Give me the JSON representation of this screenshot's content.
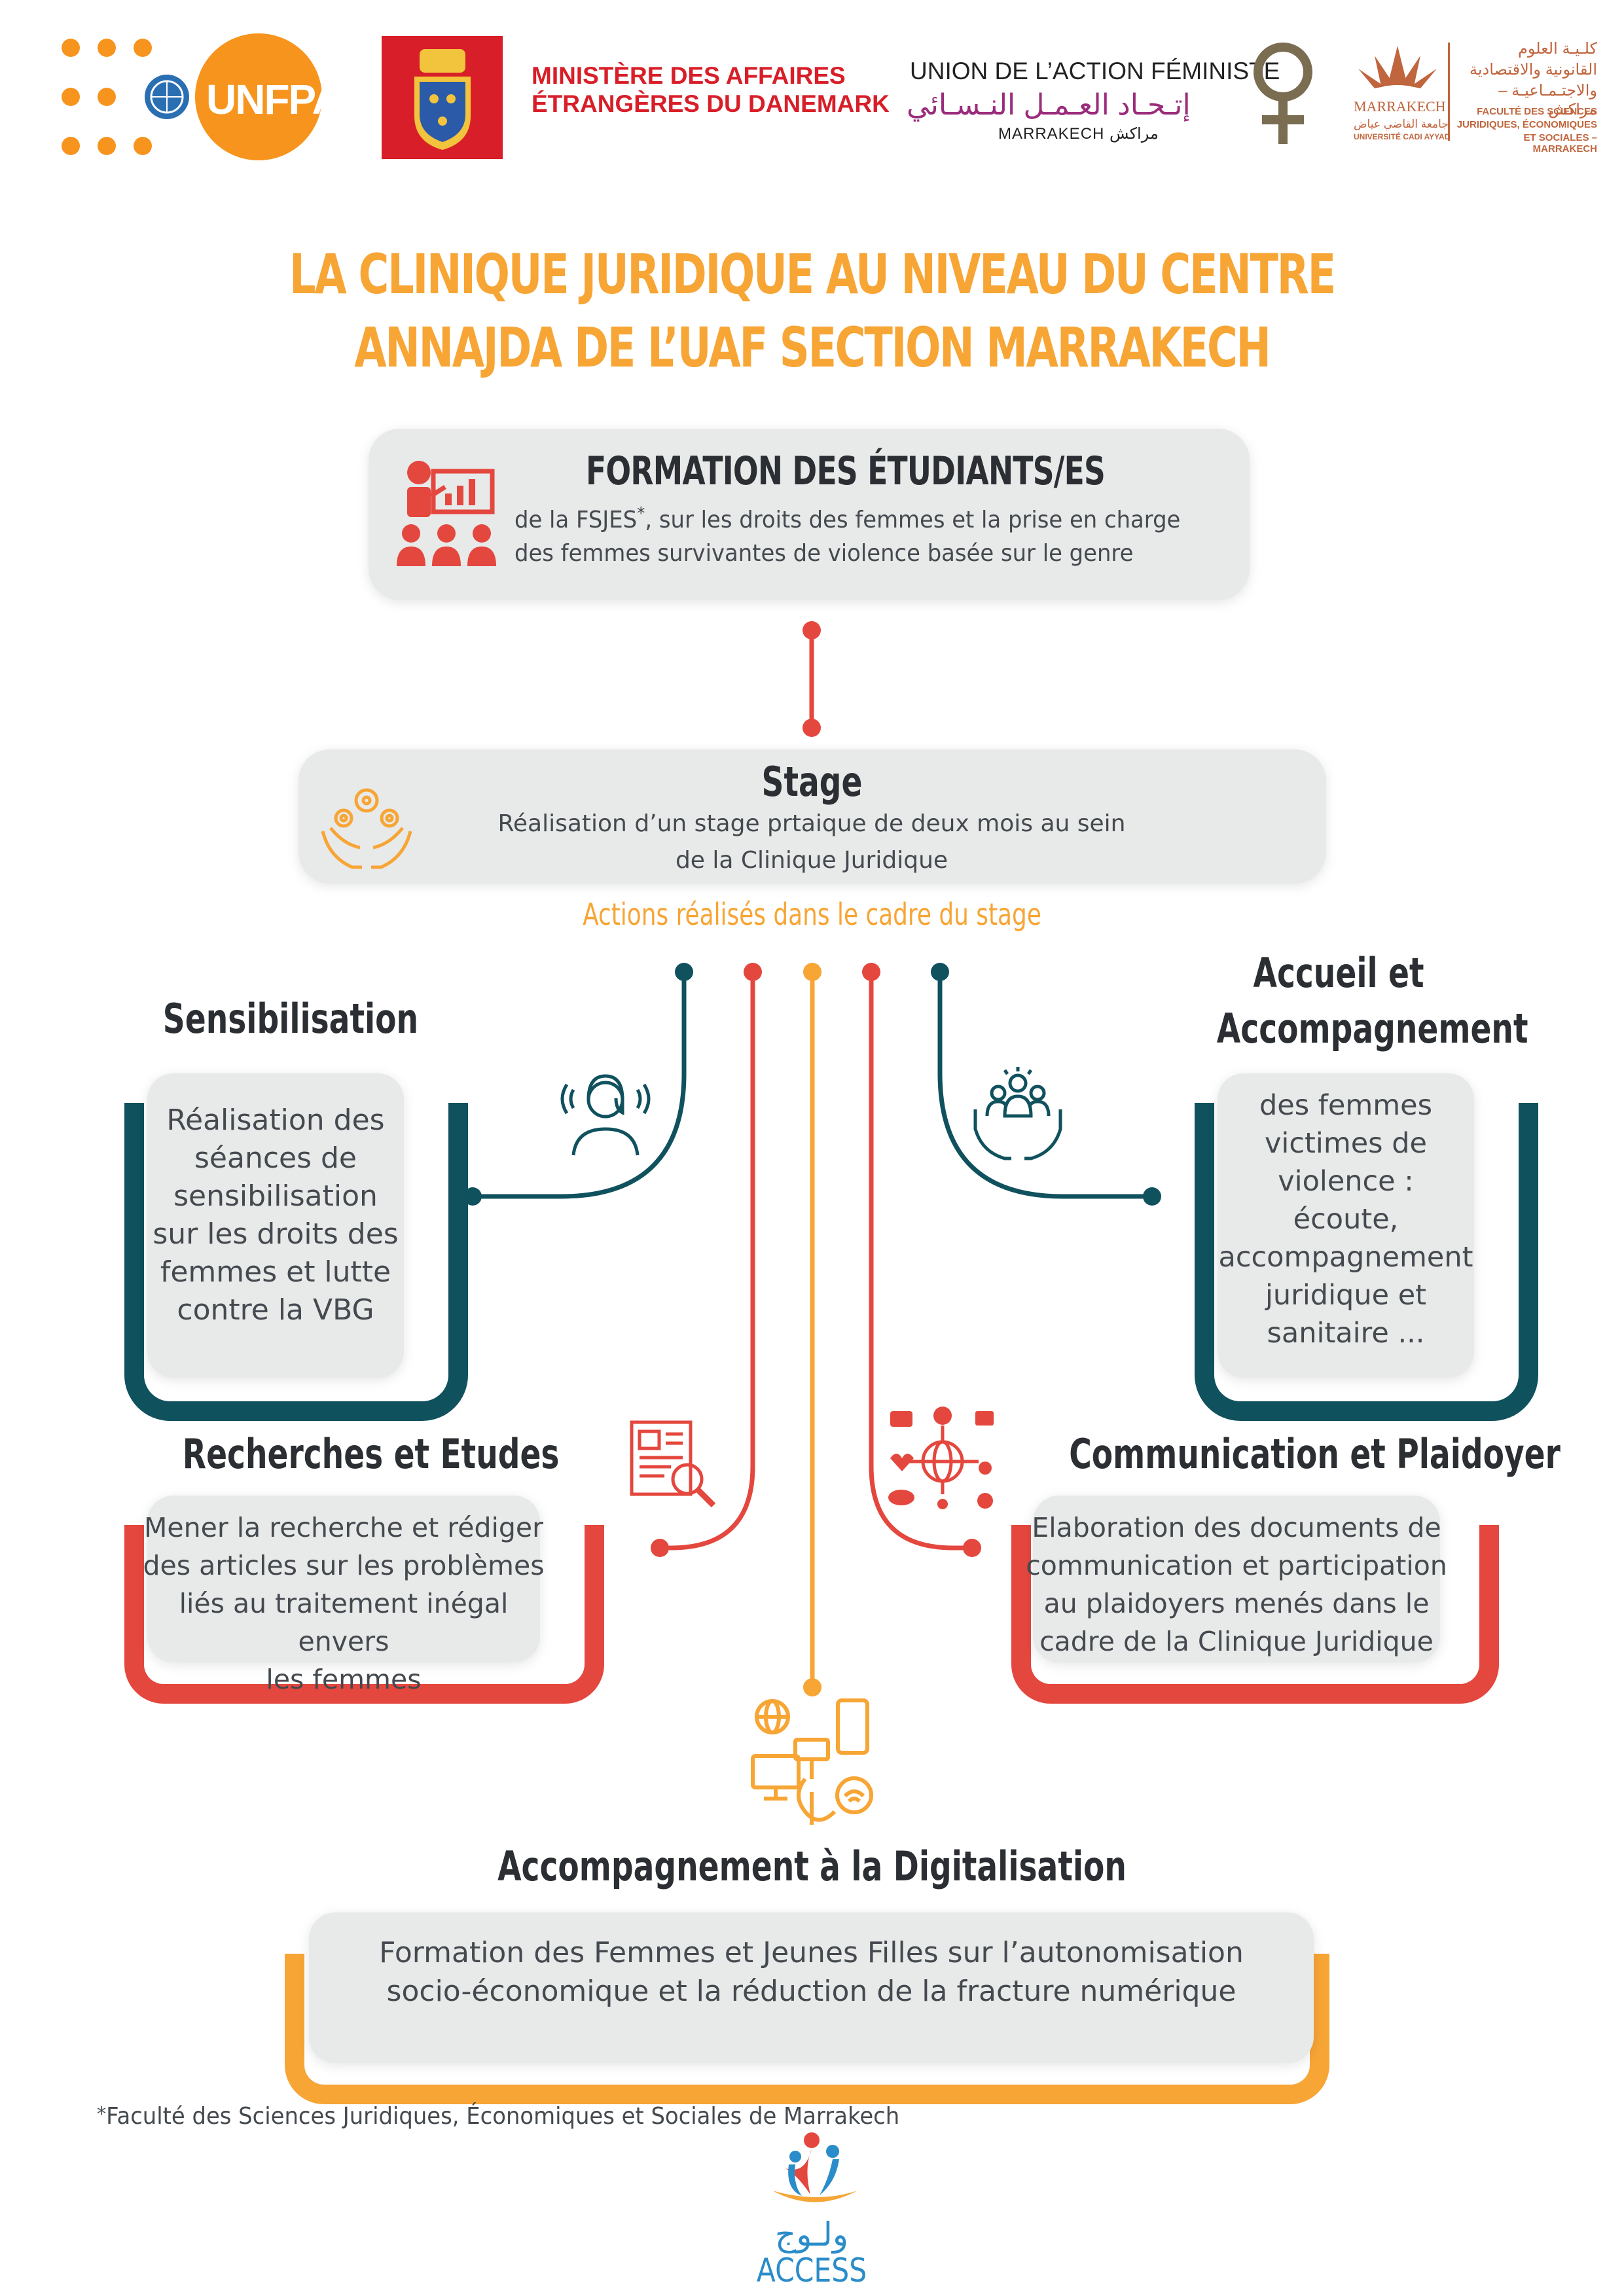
{
  "logos": {
    "unfpa": "UNFPA",
    "denmark_line1": "MINISTÈRE DES AFFAIRES",
    "denmark_line2": "ÉTRANGÈRES DU DANEMARK",
    "uaf_line1": "UNION DE L’ACTION FÉMINISTE",
    "uaf_arabic": "إتـحـاد العـمـل النـسـائي",
    "uaf_city": "MARRAKECH مراكش",
    "fac_arabic_1": "كلـيـة العلوم",
    "fac_arabic_2": "القانونية والاقتصادية",
    "fac_arabic_3": "والاجتـمـاعيـة – مراكش",
    "fac_line1": "FACULTÉ DES SCIENCES",
    "fac_line2": "JURIDIQUES, ÉCONOMIQUES",
    "fac_line3": "ET SOCIALES – MARRAKECH",
    "fac_city": "MARRAKECH",
    "fac_univ_ar": "جامعة القاضي عياض",
    "fac_univ": "UNIVERSITÉ CADI AYYAD",
    "access_arabic": "ولـوج",
    "access": "ACCESS"
  },
  "title": {
    "line1": "LA CLINIQUE JURIDIQUE  AU NIVEAU DU CENTRE",
    "line2": "ANNAJDA DE L’UAF SECTION MARRAKECH"
  },
  "formation": {
    "heading": "FORMATION DES ÉTUDIANTS/ES",
    "line1": "de la FSJES*, sur les droits des femmes et la prise en charge",
    "line2": "des femmes survivantes de violence basée sur le genre"
  },
  "stage": {
    "heading": "Stage",
    "line1": "Réalisation d’un stage prtaique de deux mois au sein",
    "line2": "de la Clinique Juridique",
    "actions_label": "Actions réalisés dans le cadre du stage"
  },
  "sensibilisation": {
    "heading": "Sensibilisation",
    "lines": [
      "Réalisation des",
      "séances de",
      "sensibilisation",
      "sur les droits des",
      "femmes et lutte",
      "contre la VBG"
    ]
  },
  "accueil": {
    "heading_1": "Accueil et",
    "heading_2": "Accompagnement",
    "lines": [
      "des femmes",
      "victimes de",
      "violence :",
      "écoute,",
      "accompagnement",
      "juridique et",
      "sanitaire ..."
    ]
  },
  "recherches": {
    "heading": "Recherches et Etudes",
    "lines": [
      "Mener la recherche et rédiger",
      "des articles sur les problèmes",
      "liés au traitement inégal envers",
      "les femmes"
    ]
  },
  "communication": {
    "heading": "Communication et Plaidoyer",
    "lines": [
      "Elaboration des documents de",
      "communication et participation",
      "au plaidoyers menés dans le",
      "cadre de la Clinique Juridique"
    ]
  },
  "digital": {
    "heading": "Accompagnement à la Digitalisation",
    "line1": "Formation des Femmes et Jeunes Filles sur l’autonomisation",
    "line2": "socio-économique et la réduction de la fracture numérique"
  },
  "footnote": "Faculté des Sciences Juridiques, Économiques et Sociales de Marrakech",
  "colors": {
    "orange": "#f7a535",
    "red": "#e4473e",
    "teal": "#10515e",
    "grey_card": "#e8e9e9",
    "unfpa_orange": "#f7941d",
    "denmark_red": "#d81e28"
  }
}
